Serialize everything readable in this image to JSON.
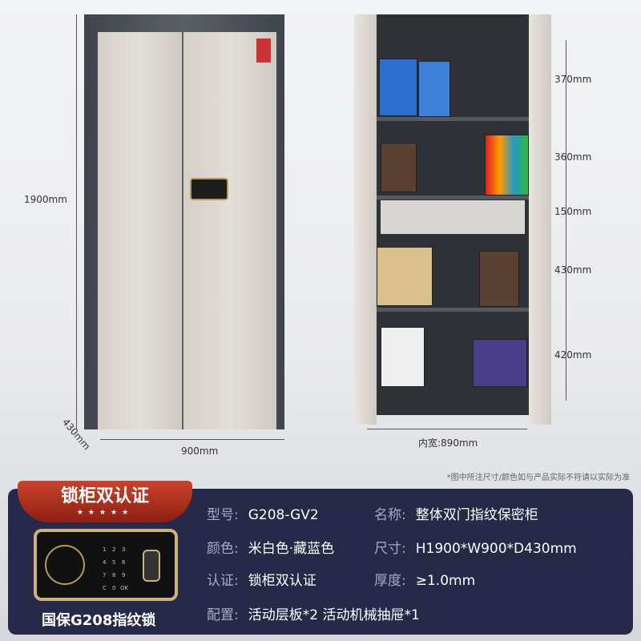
{
  "dimensions": {
    "height": "1900mm",
    "depth": "430mm",
    "width": "900mm",
    "inner_width": "内宽:890mm",
    "sections": [
      "370mm",
      "360mm",
      "150mm",
      "430mm",
      "420mm"
    ]
  },
  "note": "*图中所注尺寸/颜色如与产品实际不符请以实际为准",
  "badge": {
    "title": "锁柜双认证",
    "stars": "★★★★★"
  },
  "lock_caption": "国保G208指纹锁",
  "lock_keys": [
    "1",
    "2",
    "3",
    "4",
    "5",
    "6",
    "7",
    "8",
    "9",
    "C",
    "0",
    "OK"
  ],
  "specs": [
    {
      "label": "型号:",
      "value": "G208-GV2"
    },
    {
      "label": "名称:",
      "value": "整体双门指纹保密柜"
    },
    {
      "label": "颜色:",
      "value": "米白色·藏蓝色"
    },
    {
      "label": "尺寸:",
      "value": "H1900*W900*D430mm"
    },
    {
      "label": "认证:",
      "value": "锁柜双认证"
    },
    {
      "label": "厚度:",
      "value": "≥1.0mm"
    },
    {
      "label": "配置:",
      "value": "活动层板*2 活动机械抽屉*1"
    }
  ],
  "colors": {
    "panel": "#262a48",
    "ribbon": "#b5321f",
    "cabinet_frame": "#4a4f58",
    "door": "#dcd8d1"
  }
}
